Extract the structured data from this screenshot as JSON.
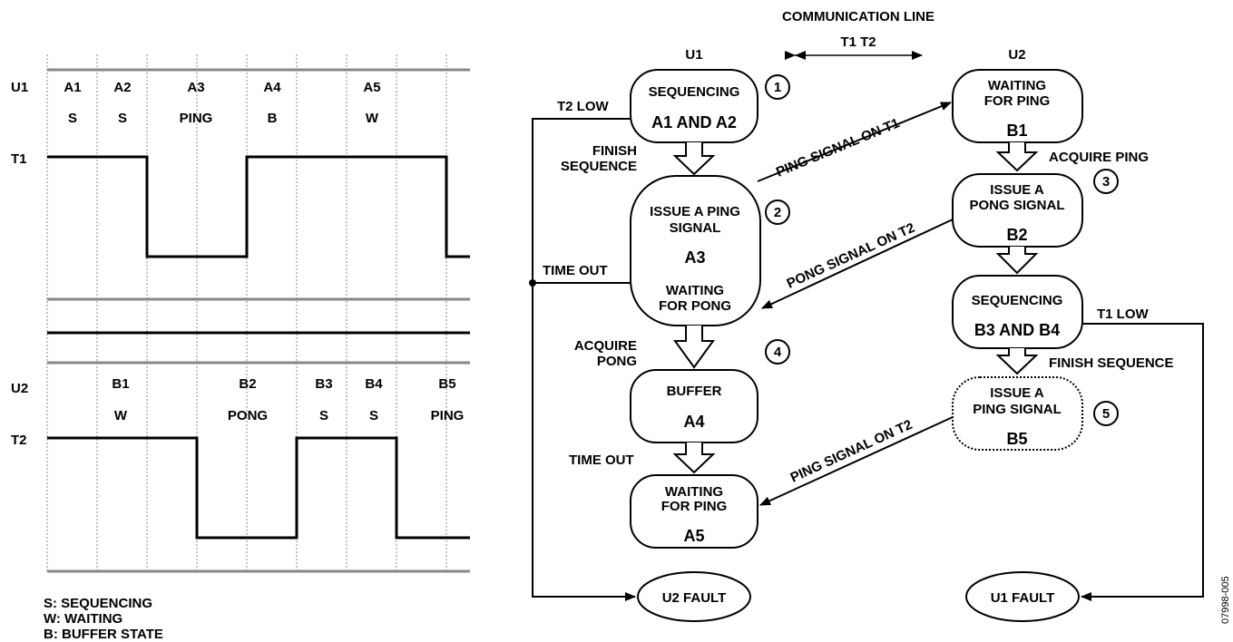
{
  "timing": {
    "row_u1": "U1",
    "row_t1": "T1",
    "row_u2": "U2",
    "row_t2": "T2",
    "u1_states": [
      {
        "id": "A1",
        "code": "S"
      },
      {
        "id": "A2",
        "code": "S"
      },
      {
        "id": "A3",
        "code": "PING"
      },
      {
        "id": "A4",
        "code": "B"
      },
      {
        "id": "A5",
        "code": "W"
      }
    ],
    "u2_states": [
      {
        "id": "B1",
        "code": "W"
      },
      {
        "id": "B2",
        "code": "PONG"
      },
      {
        "id": "B3",
        "code": "S"
      },
      {
        "id": "B4",
        "code": "S"
      },
      {
        "id": "B5",
        "code": "PING"
      }
    ],
    "t1_levels_per_slot": [
      1,
      1,
      0,
      0,
      1,
      1,
      1,
      1,
      0
    ],
    "t2_levels_per_slot": [
      1,
      1,
      1,
      0,
      0,
      1,
      1,
      0,
      0
    ],
    "legend": [
      "S: SEQUENCING",
      "W: WAITING",
      "B: BUFFER STATE"
    ]
  },
  "flow": {
    "title": "COMMUNICATION LINE",
    "line_label": "T1  T2",
    "col_u1": "U1",
    "col_u2": "U2",
    "a12": {
      "line1": "SEQUENCING",
      "line2": "A1 AND A2"
    },
    "a3": {
      "line1": "ISSUE A PING",
      "line2": "SIGNAL",
      "line3": "A3",
      "line4": "WAITING",
      "line5": "FOR PONG"
    },
    "a4": {
      "line1": "BUFFER",
      "line2": "A4"
    },
    "a5": {
      "line1": "WAITING",
      "line2": "FOR PING",
      "line3": "A5"
    },
    "b1": {
      "line1": "WAITING",
      "line2": "FOR PING",
      "line3": "B1"
    },
    "b2": {
      "line1": "ISSUE A",
      "line2": "PONG SIGNAL",
      "line3": "B2"
    },
    "b34": {
      "line1": "SEQUENCING",
      "line2": "B3 AND B4"
    },
    "b5": {
      "line1": "ISSUE A",
      "line2": "PING SIGNAL",
      "line3": "B5"
    },
    "u2_fault": "U2 FAULT",
    "u1_fault": "U1 FAULT",
    "t2_low": "T2 LOW",
    "t1_low": "T1 LOW",
    "finish_seq_1": "FINISH",
    "finish_seq_2": "SEQUENCE",
    "time_out_a3": "TIME OUT",
    "acquire_pong_1": "ACQUIRE",
    "acquire_pong_2": "PONG",
    "time_out_a4": "TIME OUT",
    "acquire_ping": "ACQUIRE PING",
    "finish_sequence_b": "FINISH SEQUENCE",
    "ping_on_t1": "PING SIGNAL ON T1",
    "pong_on_t2": "PONG SIGNAL ON T2",
    "ping_on_t2": "PING SIGNAL ON T2",
    "step_numbers": [
      "1",
      "2",
      "3",
      "4",
      "5"
    ],
    "figure_id": "07998-005"
  }
}
